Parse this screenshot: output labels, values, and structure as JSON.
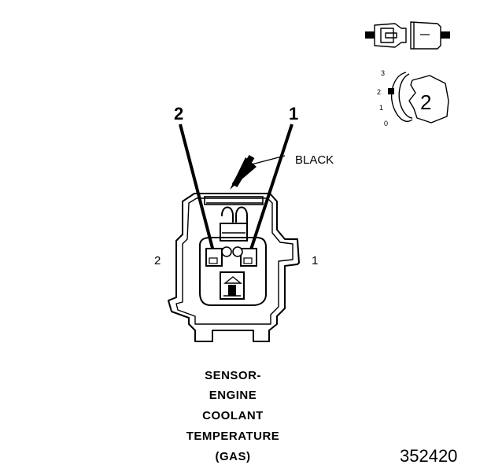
{
  "pins": {
    "callout_left": "2",
    "callout_right": "1",
    "side_left": "2",
    "side_right": "1"
  },
  "color_label": "BLACK",
  "caption_lines": [
    "SENSOR-",
    "ENGINE",
    "COOLANT",
    "TEMPERATURE",
    "(GAS)"
  ],
  "figure_number": "352420",
  "inset": {
    "scale": [
      "3",
      "2",
      "1",
      "0"
    ],
    "pin_count": "2"
  }
}
